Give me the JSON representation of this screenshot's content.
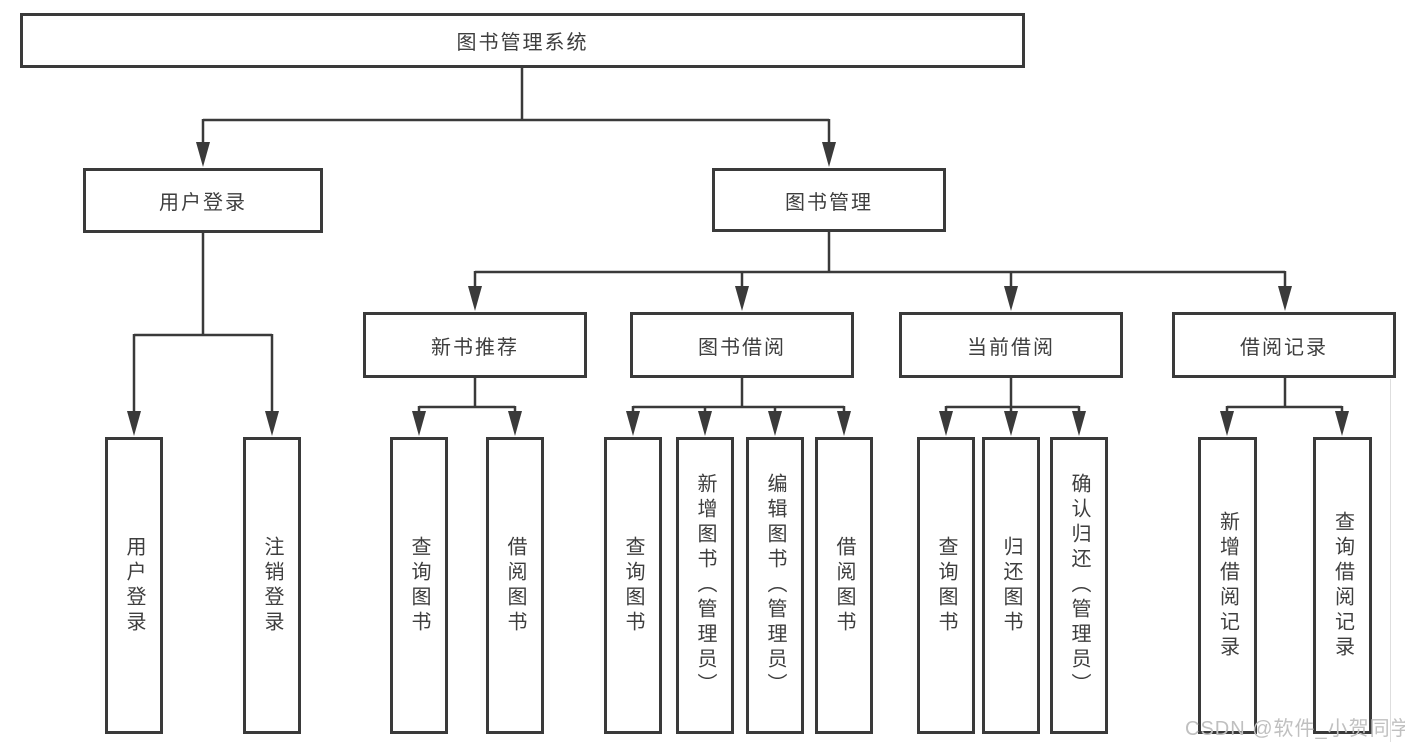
{
  "diagram": {
    "root": {
      "label": "图书管理系统"
    },
    "level1": [
      {
        "label": "用户登录"
      },
      {
        "label": "图书管理"
      }
    ],
    "level2": [
      {
        "label": "新书推荐"
      },
      {
        "label": "图书借阅"
      },
      {
        "label": "当前借阅"
      },
      {
        "label": "借阅记录"
      }
    ],
    "leaves": [
      {
        "parent": "用户登录",
        "label": "用户登录"
      },
      {
        "parent": "用户登录",
        "label": "注销登录"
      },
      {
        "parent": "新书推荐",
        "label": "查询图书"
      },
      {
        "parent": "新书推荐",
        "label": "借阅图书"
      },
      {
        "parent": "图书借阅",
        "label": "查询图书"
      },
      {
        "parent": "图书借阅",
        "label": "新增图书（管理员）"
      },
      {
        "parent": "图书借阅",
        "label": "编辑图书（管理员）"
      },
      {
        "parent": "图书借阅",
        "label": "借阅图书"
      },
      {
        "parent": "当前借阅",
        "label": "查询图书"
      },
      {
        "parent": "当前借阅",
        "label": "归还图书"
      },
      {
        "parent": "当前借阅",
        "label": "确认归还（管理员）"
      },
      {
        "parent": "借阅记录",
        "label": "新增借阅记录"
      },
      {
        "parent": "借阅记录",
        "label": "查询借阅记录"
      }
    ]
  },
  "watermark": {
    "text": "CSDN @软件_小贺同学"
  },
  "colors": {
    "line": "#3a3a3a",
    "text": "#3e3e3e",
    "background": "#ffffff",
    "watermark": "#c0c0c0"
  }
}
